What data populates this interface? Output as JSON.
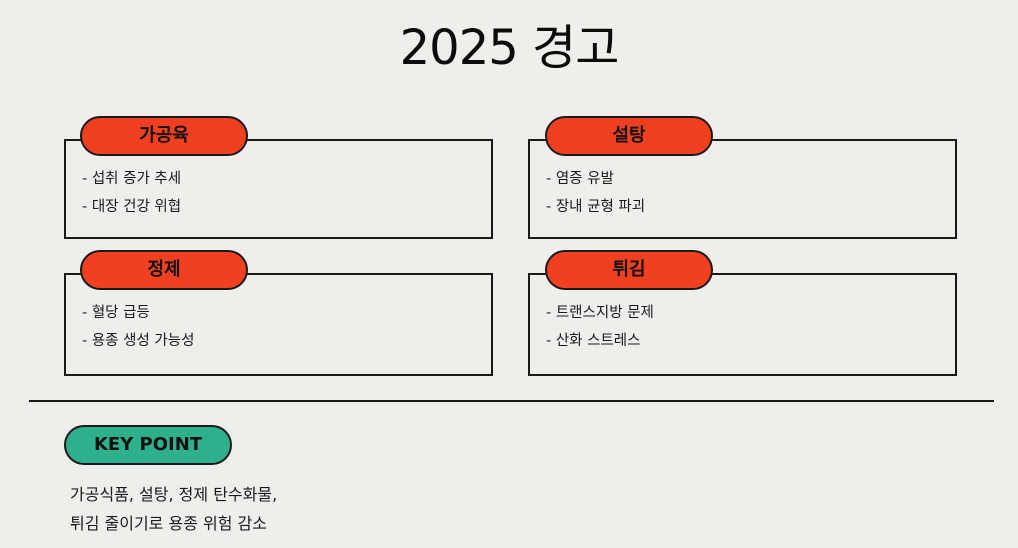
{
  "title": "2025 경고",
  "cards": [
    {
      "label": "가공육",
      "items": [
        "- 섭취 증가 추세",
        "- 대장 건강 위협"
      ]
    },
    {
      "label": "설탕",
      "items": [
        "- 염증 유발",
        "- 장내 균형 파괴"
      ]
    },
    {
      "label": "정제",
      "items": [
        "- 혈당 급등",
        "- 용종 생성 가능성"
      ]
    },
    {
      "label": "튀김",
      "items": [
        "- 트랜스지방 문제",
        "- 산화 스트레스"
      ]
    }
  ],
  "key_point": {
    "label": "KEY POINT",
    "lines": [
      "가공식품, 설탕, 정제 탄수화물,",
      "튀김 줄이기로 용종 위험 감소"
    ]
  },
  "colors": {
    "background": "#f0eeea",
    "card_label": "#f04020",
    "key_point": "#2fb08c",
    "border": "#1a1a1a"
  }
}
